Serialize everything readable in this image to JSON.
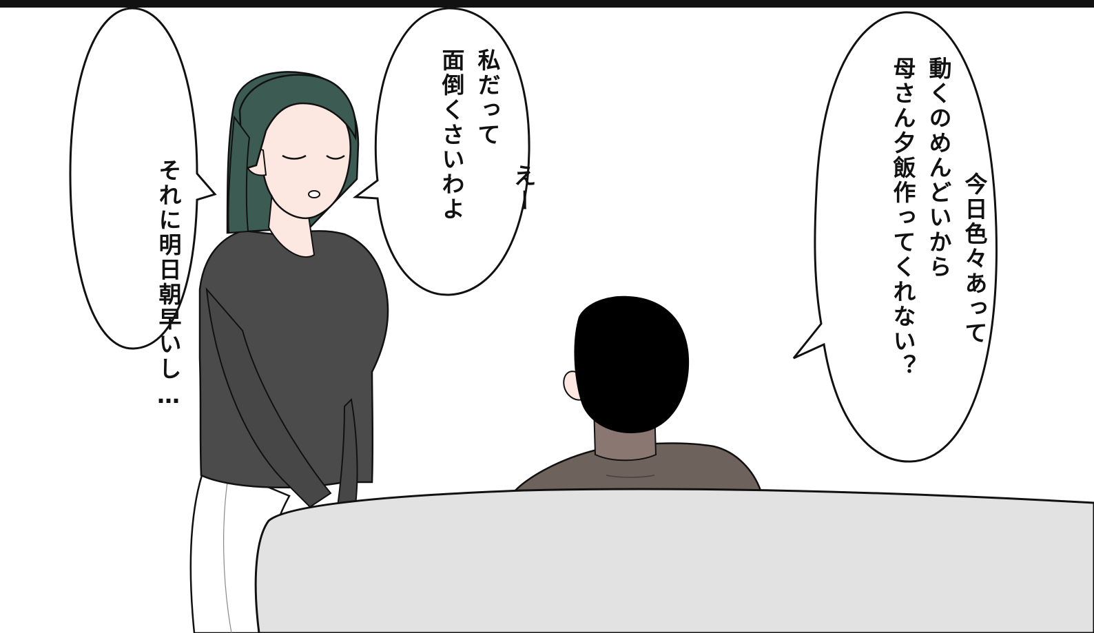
{
  "dialogue": {
    "bubble_right": {
      "lines": [
        "今日色々あって",
        "動くのめんどいから",
        "母さん夕飯作ってくれない？"
      ]
    },
    "bubble_middle": {
      "lines": [
        "えー",
        "私だって",
        "面倒くさいわよ"
      ]
    },
    "bubble_left": {
      "lines": [
        "それに明日朝早いし…"
      ]
    }
  },
  "colors": {
    "border": "#111111",
    "woman_hair": "#3c5b52",
    "woman_top": "#4b4b4b",
    "man_hair": "#000000",
    "man_shirt": "#6e625c",
    "skin": "#fde7e1",
    "table": "#e2e2e2"
  }
}
